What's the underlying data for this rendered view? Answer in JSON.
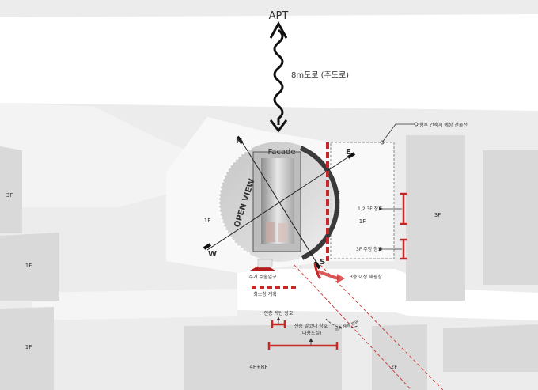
{
  "top": {
    "apt": "APT",
    "road": "8m도로 (주도로)"
  },
  "compass": {
    "n": "N",
    "e": "E",
    "s": "S",
    "w": "W",
    "open_view": "OPEN VIEW",
    "facade": "Facade"
  },
  "floors": {
    "left_upper": "3F",
    "left_mid": "1F",
    "left_lower": "1F",
    "site": "1F",
    "right_site": "1F",
    "right_building": "3F",
    "bottom_center": "4F+RF",
    "bottom_right": "2F"
  },
  "notes": {
    "future_building": "향후 건축시 예상 건물선",
    "windows_123f": "1,2,3F 창호",
    "window_3f_main": "3F 주방 창호",
    "min_distance_vertical": "최소창 계획",
    "main_entrance": "주거 주출입구",
    "min_distance_horizontal": "최소창 계획",
    "lighting_3f": "3층 이상 채광창",
    "stair_window": "전층 계단 창호",
    "balcony_window_1": "전층 발코니 창호",
    "balcony_window_2": "(다용도실)",
    "lighting_range": "남측 채광 범위"
  },
  "colors": {
    "background": "#ececec",
    "building": "#d8d8d8",
    "site": "#fafafa",
    "accent_red": "#c62828",
    "dark": "#222222"
  }
}
